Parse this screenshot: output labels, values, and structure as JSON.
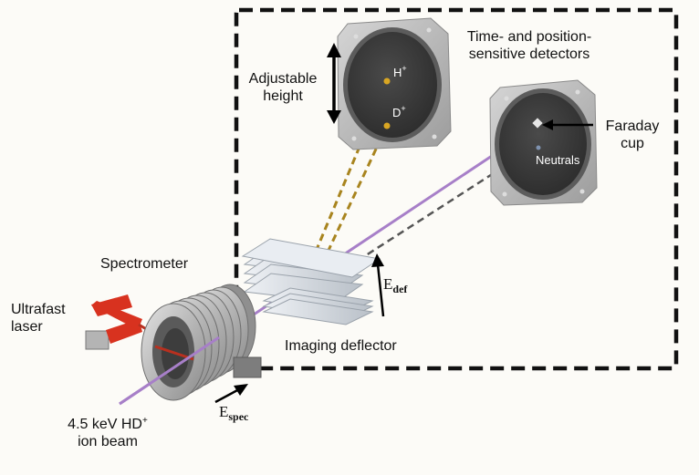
{
  "labels": {
    "detectors": [
      "Time- and position-",
      "sensitive detectors"
    ],
    "adjustable_height": [
      "Adjustable",
      "height"
    ],
    "faraday_cup": [
      "Faraday",
      "cup"
    ],
    "neutrals": "Neutrals",
    "h_ion": "H",
    "d_ion": "D",
    "ion_charge": "+",
    "spectrometer": "Spectrometer",
    "ultrafast_laser": [
      "Ultrafast",
      "laser"
    ],
    "imaging_deflector": "Imaging deflector",
    "e_def": {
      "symbol": "E",
      "subscript": "def"
    },
    "e_spec": {
      "symbol": "E",
      "subscript": "spec"
    },
    "ion_beam": {
      "line1_prefix": "4.5 keV HD",
      "line1_sup": "+",
      "line2": "ion beam"
    }
  },
  "colors": {
    "ion_beam": "#a77fc8",
    "fragment_trajectory": "#a8841e",
    "neutral_trajectory": "#555555",
    "laser": "#d8321f",
    "frame": "#111111"
  },
  "icons": {
    "height_arrow": "double-arrow-vertical-icon",
    "field_arrow": "arrow-icon"
  }
}
